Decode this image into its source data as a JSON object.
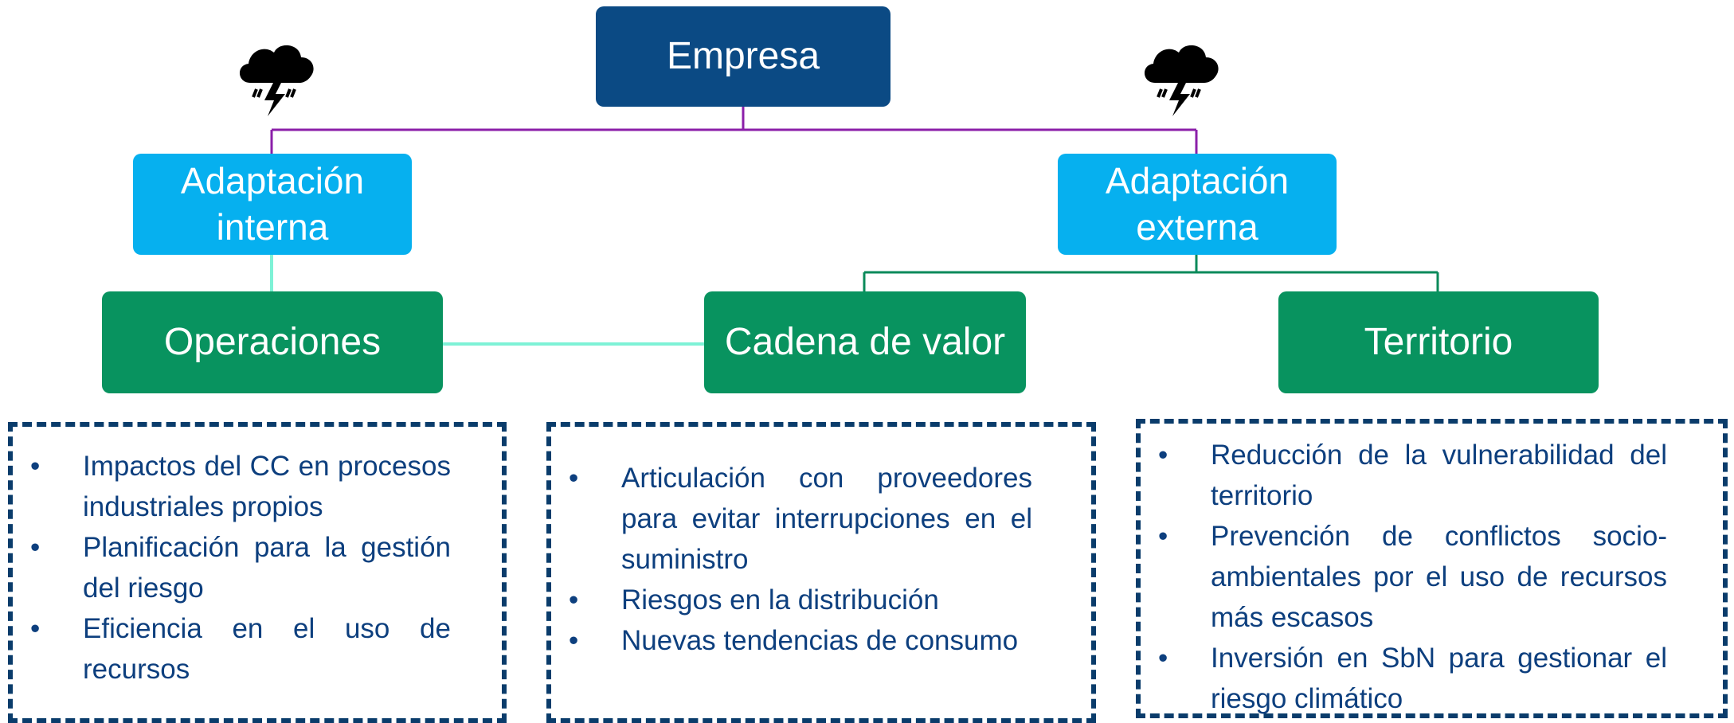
{
  "diagram": {
    "root": {
      "label": "Empresa"
    },
    "branches": [
      {
        "label": "Adaptación interna"
      },
      {
        "label": "Adaptación externa"
      }
    ],
    "areas": [
      {
        "label": "Operaciones"
      },
      {
        "label": "Cadena de valor"
      },
      {
        "label": "Territorio"
      }
    ],
    "lists": [
      {
        "items": [
          "Impactos del CC en procesos industriales propios",
          "Planificación para la gestión del riesgo",
          "Eficiencia en el uso de recursos"
        ]
      },
      {
        "items": [
          "Articulación con proveedores para evitar interrupciones en el suministro",
          "Riesgos en la distribución",
          "Nuevas tendencias de consumo"
        ]
      },
      {
        "items": [
          "Reducción de la vulnerabilidad del territorio",
          "Prevención de conflictos socio-ambientales por el uso de recursos más escasos",
          "Inversión en SbN para gestionar el riesgo climático"
        ]
      }
    ],
    "icons": [
      "storm-cloud-icon",
      "storm-cloud-icon"
    ],
    "colors": {
      "root": "#0b4a84",
      "branch": "#06b0ef",
      "area": "#08935f",
      "text": "#0d3f7e",
      "dashed_border": "#0a3c6b",
      "root_connector": "#8b1fa9",
      "external_connector": "#0a8a5a",
      "light_connector": "#7ef2d6"
    }
  }
}
